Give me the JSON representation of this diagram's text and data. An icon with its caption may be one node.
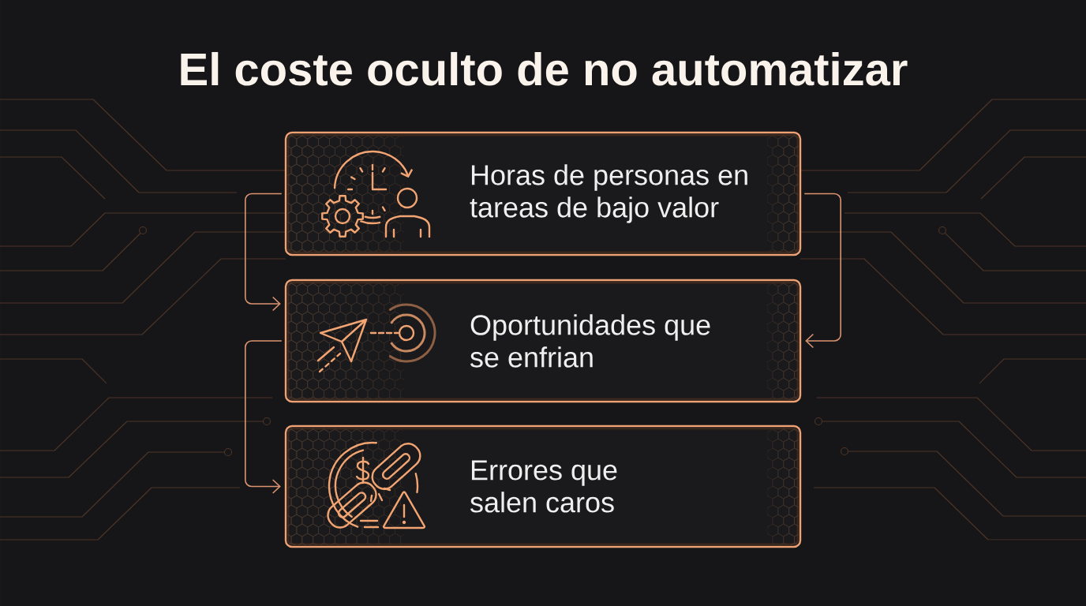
{
  "diagram": {
    "title": "El coste oculto de no automatizar",
    "nodes": [
      {
        "text": [
          "Horas de personas en tareas de bajo valor"
        ]
      },
      {
        "text": [
          "Oportunidades que se enfrian"
        ]
      },
      {
        "text": [
          "Errores que salen caros"
        ]
      }
    ],
    "edges": [
      {
        "from": 0,
        "to": 1,
        "arrow": "to"
      },
      {
        "from": 0,
        "to": 1,
        "arrow": "to"
      },
      {
        "from": 1,
        "to": 2,
        "arrow": "to"
      }
    ]
  }
}
